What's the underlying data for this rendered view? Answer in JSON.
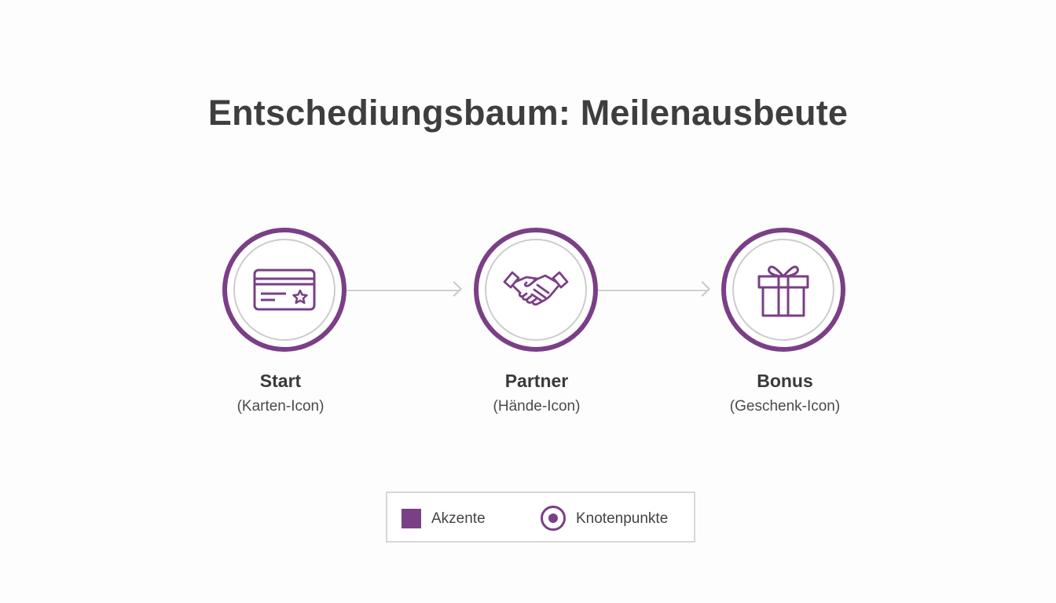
{
  "title": "Entschediungsbaum: Meilenausbeute",
  "colors": {
    "accent": "#7a3f86",
    "inner_ring": "#cccccc",
    "connector": "#cfcfcf"
  },
  "nodes": [
    {
      "label": "Start",
      "sublabel": "(Karten-Icon)",
      "icon": "card-icon"
    },
    {
      "label": "Partner",
      "sublabel": "(Hände-Icon)",
      "icon": "handshake-icon"
    },
    {
      "label": "Bonus",
      "sublabel": "(Geschenk-Icon)",
      "icon": "gift-icon"
    }
  ],
  "legend": {
    "accent_label": "Akzente",
    "node_label": "Knotenpunkte"
  }
}
